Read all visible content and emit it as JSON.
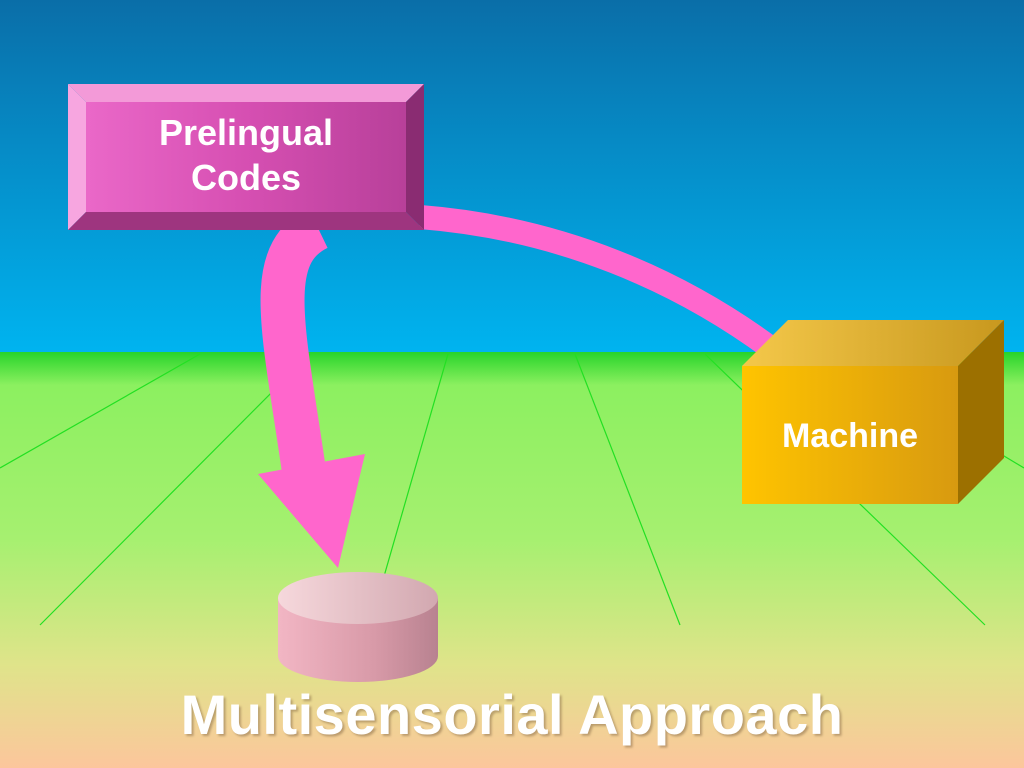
{
  "diagram": {
    "title": "Multisensorial Approach",
    "source_box": {
      "line1": "Prelingual",
      "line2": "Codes"
    },
    "machine_box": {
      "label": "Machine"
    },
    "colors": {
      "sky_top": "#0a6ea8",
      "sky_bottom": "#00b4f0",
      "horizon_green": "#2ed82e",
      "ground_mid": "#a8f070",
      "ground_bottom": "#fbc89a",
      "arrow_pink": "#ff66cc",
      "box_pink": "#d94fb5",
      "cube_gold": "#f5b800",
      "cylinder_pink": "#e8aab8"
    }
  }
}
